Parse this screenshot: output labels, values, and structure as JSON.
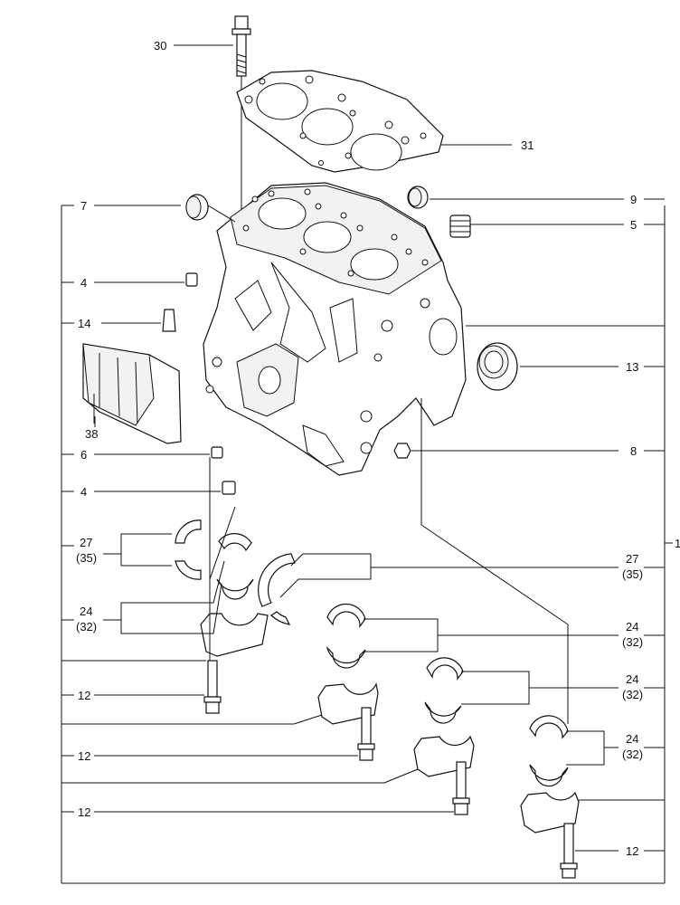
{
  "title": "",
  "callouts": [
    {
      "id": "c30",
      "text": "30"
    },
    {
      "id": "c31",
      "text": "31"
    },
    {
      "id": "c7",
      "text": "7"
    },
    {
      "id": "c9",
      "text": "9"
    },
    {
      "id": "c5",
      "text": "5"
    },
    {
      "id": "c4a",
      "text": "4"
    },
    {
      "id": "c14",
      "text": "14"
    },
    {
      "id": "c13",
      "text": "13"
    },
    {
      "id": "c38",
      "text": "38"
    },
    {
      "id": "c6",
      "text": "6"
    },
    {
      "id": "c8",
      "text": "8"
    },
    {
      "id": "c4b",
      "text": "4"
    },
    {
      "id": "c1",
      "text": "1"
    },
    {
      "id": "c27a",
      "text": "27"
    },
    {
      "id": "c35a",
      "text": "(35)"
    },
    {
      "id": "c27b",
      "text": "27"
    },
    {
      "id": "c35b",
      "text": "(35)"
    },
    {
      "id": "c24a",
      "text": "24"
    },
    {
      "id": "c32a",
      "text": "(32)"
    },
    {
      "id": "c24b",
      "text": "24"
    },
    {
      "id": "c32b",
      "text": "(32)"
    },
    {
      "id": "c24c",
      "text": "24"
    },
    {
      "id": "c32c",
      "text": "(32)"
    },
    {
      "id": "c24d",
      "text": "24"
    },
    {
      "id": "c32d",
      "text": "(32)"
    },
    {
      "id": "c12a",
      "text": "12"
    },
    {
      "id": "c12b",
      "text": "12"
    },
    {
      "id": "c12c",
      "text": "12"
    },
    {
      "id": "c12d",
      "text": "12"
    }
  ]
}
